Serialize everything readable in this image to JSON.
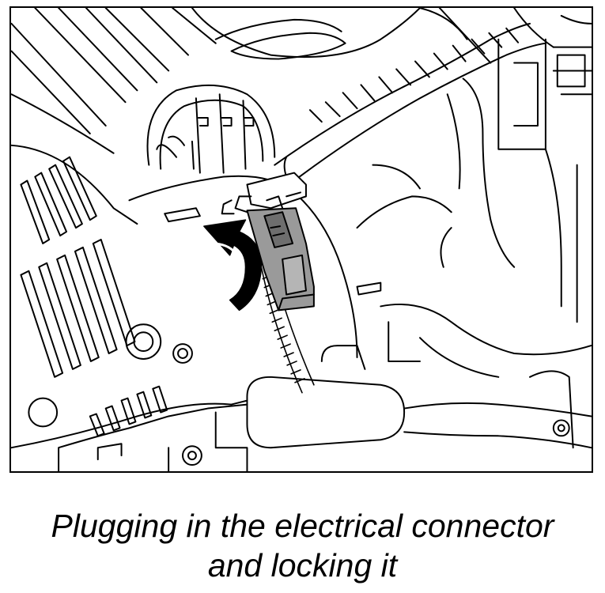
{
  "caption": {
    "line1": "Plugging in the electrical connector",
    "line2": "and locking it"
  },
  "illustration": {
    "style": "black line art",
    "connector_fill": "#9a9a9a",
    "connector_dark": "#6e6e6e",
    "arrow_color": "#000000"
  }
}
